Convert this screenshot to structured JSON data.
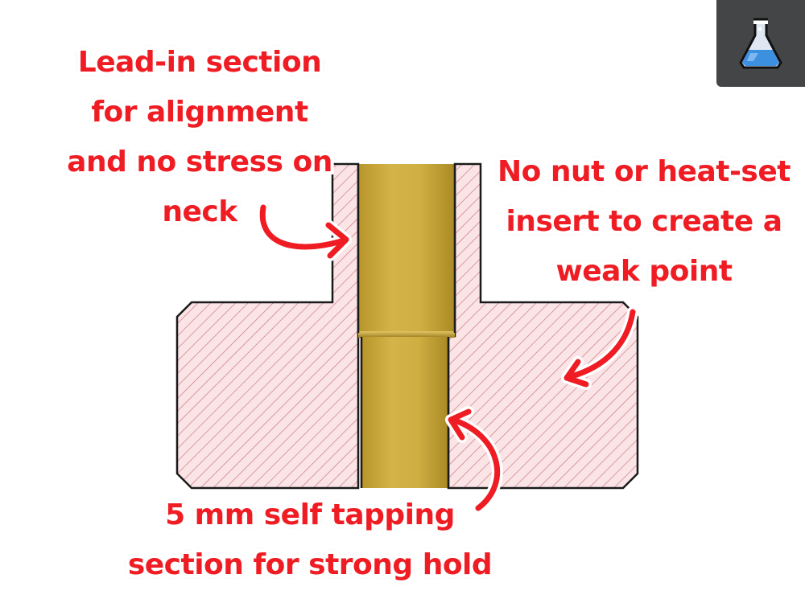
{
  "annotations": {
    "lead_in": [
      "Lead-in section",
      "for alignment",
      "and no stress on",
      "neck"
    ],
    "no_nut": [
      "No nut or heat-set",
      "insert to create a",
      "weak point"
    ],
    "self_tapping": [
      "5 mm self tapping",
      "section for strong hold"
    ]
  },
  "colors": {
    "annotation_text": "#ef1c23",
    "part_fill": "#fbe4e6",
    "hatch": "#c97a82",
    "outline": "#1a1a1a",
    "brass": "#c9a93a",
    "badge_bg": "#444546",
    "flask_liquid": "#3d8fe0"
  },
  "icons": {
    "badge_icon": "flask-icon"
  }
}
